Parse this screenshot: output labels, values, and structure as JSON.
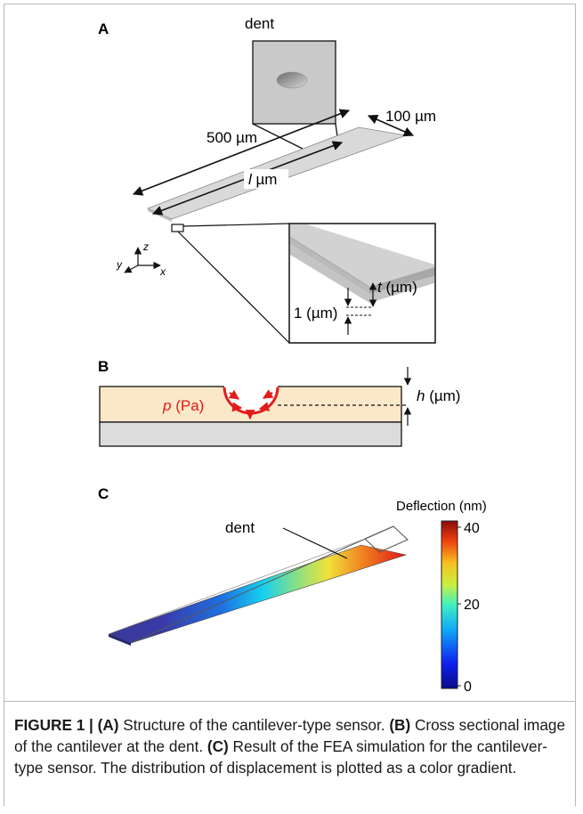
{
  "panels": {
    "a": {
      "letter": "A",
      "dent_label": "dent",
      "width_label": "100 µm",
      "length_label": "500 µm",
      "l_label": "l",
      "l_unit": " µm",
      "axis_z": "z",
      "axis_y": "y",
      "axis_x": "x",
      "t_label": "t",
      "t_unit": " (µm)",
      "one_label": "1 (µm)"
    },
    "b": {
      "letter": "B",
      "p_label": "p",
      "p_unit": " (Pa)",
      "h_label": "h",
      "h_unit": " (µm)"
    },
    "c": {
      "letter": "C",
      "dent_label": "dent",
      "colorbar_title": "Deflection (nm)",
      "ticks": [
        "40",
        "20",
        "0"
      ],
      "colors": {
        "low": "#2a2a8c",
        "mid": "#00c8ff",
        "high": "#d01010"
      }
    }
  },
  "caption": {
    "fig_label": "FIGURE 1 |",
    "a_tag": "(A)",
    "a_text": " Structure of the cantilever-type sensor. ",
    "b_tag": "(B)",
    "b_text": " Cross sectional image of the cantilever at the dent. ",
    "c_tag": "(C)",
    "c_text": " Result of the FEA simulation for the cantilever-type sensor. The distribution of displacement is plotted as a color gradient."
  }
}
